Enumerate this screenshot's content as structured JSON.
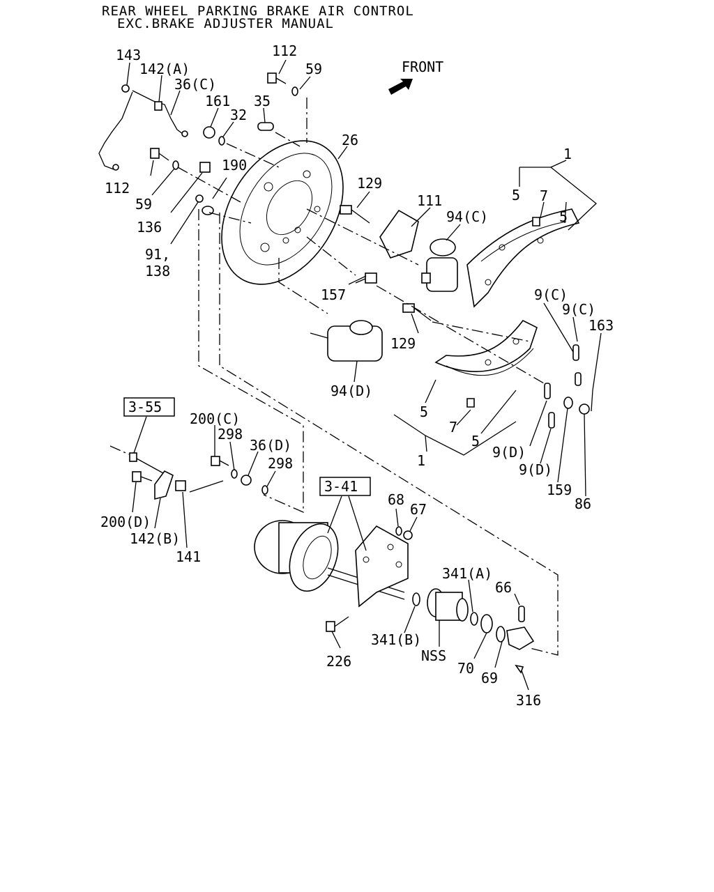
{
  "title": {
    "line1": "REAR WHEEL PARKING BRAKE AIR CONTROL",
    "line2": "EXC.BRAKE ADJUSTER MANUAL"
  },
  "direction_label": "FRONT",
  "ref_boxes": {
    "ref_3_55": "3-55",
    "ref_3_41": "3-41"
  },
  "labels": {
    "p143": "143",
    "p142a": "142(A)",
    "p36c": "36(C)",
    "p112_top": "112",
    "p59_top": "59",
    "p161": "161",
    "p32": "32",
    "p35": "35",
    "p26": "26",
    "p190": "190",
    "p112_left": "112",
    "p59_left": "59",
    "p136": "136",
    "p91": "91,",
    "p138": "138",
    "p129_top": "129",
    "p111": "111",
    "p94c": "94(C)",
    "p1_top": "1",
    "p5_tl": "5",
    "p7_top": "7",
    "p5_tr": "5",
    "p157": "157",
    "p129_mid": "129",
    "p94d": "94(D)",
    "p9c_a": "9(C)",
    "p9c_b": "9(C)",
    "p163": "163",
    "p5_bl": "5",
    "p7_bot": "7",
    "p5_br": "5",
    "p1_bot": "1",
    "p9d_a": "9(D)",
    "p9d_b": "9(D)",
    "p159": "159",
    "p86": "86",
    "p200c": "200(C)",
    "p298_a": "298",
    "p36d": "36(D)",
    "p298_b": "298",
    "p200d": "200(D)",
    "p142b": "142(B)",
    "p141": "141",
    "p68": "68",
    "p67": "67",
    "p341a": "341(A)",
    "p66": "66",
    "p341b": "341(B)",
    "pnss": "NSS",
    "p226": "226",
    "p70": "70",
    "p69": "69",
    "p316": "316"
  }
}
